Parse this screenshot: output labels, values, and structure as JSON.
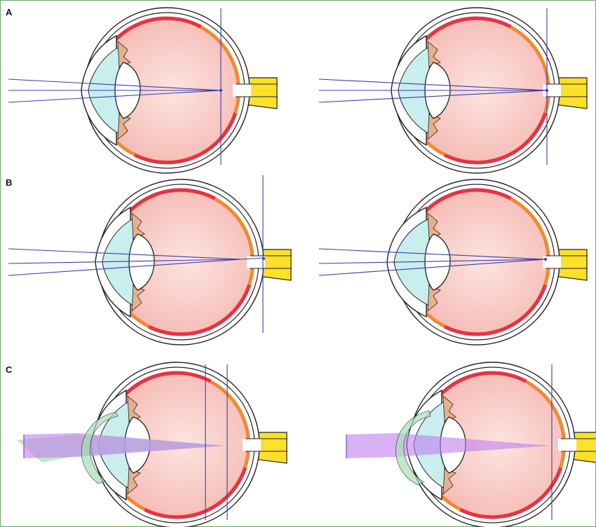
{
  "panels": [
    {
      "label": "A"
    },
    {
      "label": "B"
    },
    {
      "label": "C"
    }
  ],
  "colors": {
    "frame": "#6aa36a",
    "ray": "#3c3ca8",
    "sclera_outline": "#222222",
    "vitreous": "#f7c7c3",
    "retina_red": "#e8304a",
    "choroid_orange": "#f08a30",
    "optic_nerve": "#fde02a",
    "cornea_fill": "#c8eeee",
    "lens_fill": "#ffffff",
    "iris": "#e8b08a",
    "beam_violet": "#c07ef0",
    "beam_green": "#a6e0b4"
  },
  "icons": [
    "eye-cross-section"
  ]
}
